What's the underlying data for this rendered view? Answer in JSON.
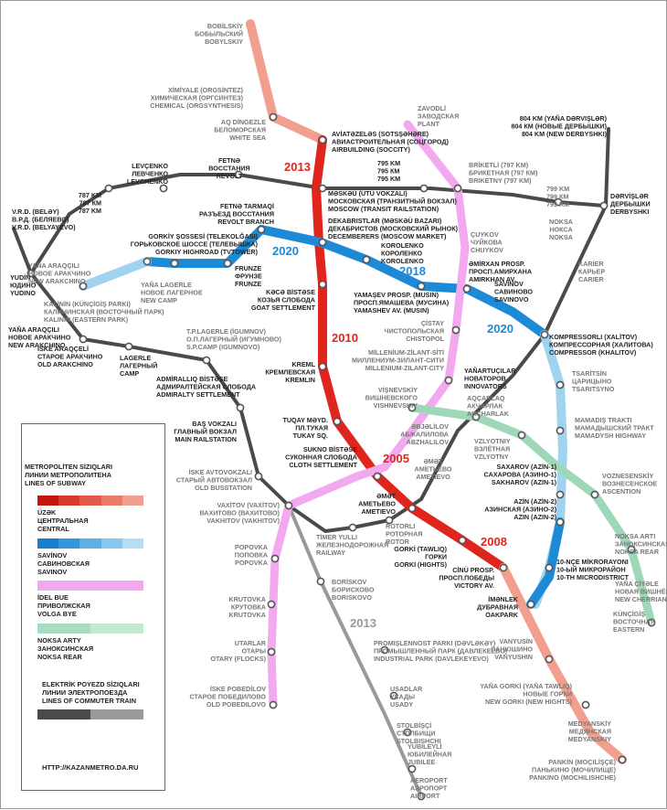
{
  "lines": [
    {
      "id": "central",
      "color": "#e0251c",
      "light": "#f29f8f",
      "years": [
        "2013",
        "2010",
        "2005",
        "2008"
      ]
    },
    {
      "id": "savinov",
      "color": "#1e8ad6",
      "light": "#9fd3f0",
      "years": [
        "2018",
        "2020",
        "2020"
      ]
    },
    {
      "id": "volga",
      "color": "#f3a9ef"
    },
    {
      "id": "noksa",
      "color": "#9fd8b8"
    },
    {
      "id": "train",
      "color": "#4a4a4a",
      "light": "#999999"
    }
  ],
  "stations": {
    "bobilskiy": [
      "BOBİLSKİY",
      "БОБЫЛЬСКИЙ",
      "BOBYLSKIY"
    ],
    "ximiyale": [
      "XİMİYALE (ORGSİNTEZ)",
      "ХИМИЧЕСКАЯ (ОРГСИНТЕЗ)",
      "CHEMICAL (ORGSYNTHESIS)"
    ],
    "aqdingezle": [
      "AQ DİNGEZLE",
      "БЕЛОМОРСКАЯ",
      "WHITE SEA"
    ],
    "aviatozeles": [
      "AVİATƏZELƏS (SOTSŞƏHƏRE)",
      "АВИАСТРОИТЕЛЬНАЯ (СОЦГОРОД)",
      "AIRBUILDING (SOCCITY)"
    ],
    "zavodli": [
      "ZAVODLİ",
      "ЗАВОДСКАЯ",
      "PLANT"
    ],
    "levchenko": [
      "LEVÇENKO",
      "ЛЕВЧЕНКО",
      "LEVCHENKO"
    ],
    "fetno": [
      "FETNƏ",
      "ВОССТАНИЯ",
      "REVOLT"
    ],
    "km795": [
      "795 KM",
      "795 КМ",
      "795 KM"
    ],
    "briketli": [
      "BRİKETLİ (797 KM)",
      "БРИКЕТНАЯ (797 КМ)",
      "BRIKETNY (797 KM)"
    ],
    "km804": [
      "804 KM (YAÑA DƏRVIŞLƏR)",
      "804 КМ (НОВЫЕ ДЕРБЫШКИ)",
      "804 KM (NEW DERBYSHKI)"
    ],
    "km787": [
      "787 KM",
      "787 КМ",
      "787 KM"
    ],
    "km799": [
      "799 KM",
      "799 КМ",
      "799 KM"
    ],
    "dervishler": [
      "DƏRVİŞLƏR",
      "ДЕРБЫШКИ",
      "DERBYSHKI"
    ],
    "vrd": [
      "V.R.D. (BELƏY)",
      "В.Р.Д. (БЕЛЯЕВО)",
      "V.R.D. (BELYAYEVO)"
    ],
    "meskev": [
      "MƏSKƏÜ (ÜTÜ VOKZALI)",
      "МОСКОВСКАЯ (ТРАНЗИТНЫЙ ВОКЗАЛ)",
      "MOSCOW (TRANSIT RAILSTATION)"
    ],
    "fetnotarmaqi": [
      "FETNƏ TARMAQİ",
      "РАЗЪЕЗД ВОССТАНИЯ",
      "REVOLT BRANCH"
    ],
    "noksa": [
      "NOKSA",
      "НОКСА",
      "NOKSA"
    ],
    "dekabristlar": [
      "DEKABRISTLAR (MƏSKƏÜ BAZARI)",
      "ДЕКАБРИСТОВ (МОСКОВСКИЙ РЫНОК)",
      "DECEMBERERS (MOSCOW MARKET)"
    ],
    "gorkiyshossesi": [
      "GORKİY ŞOSSESİ (TELEKOLĞASI)",
      "ГОРЬКОВСКОЕ ШОССЕ (ТЕЛЕВЫШКА)",
      "GORKIY HIGHROAD (TVTOWER)"
    ],
    "chuykov": [
      "ÇUYKOV",
      "ЧУЙКОВА",
      "CHUYKOV"
    ],
    "korolenko": [
      "KOROLENKO",
      "КОРОЛЕНКО",
      "KOROLENKO"
    ],
    "karier": [
      "KARİER",
      "КАРЬЕР",
      "CARIER"
    ],
    "yudino": [
      "YUDİN",
      "ЮДИНО",
      "YUDINO"
    ],
    "yanaaraqchili": [
      "YAÑA ARAQÇILI",
      "НОВОЕ АРАКЧИНО",
      "NEW ARAKCHINO"
    ],
    "frunze": [
      "FRUNZE",
      "ФРУНЗЕ",
      "FRUNZE"
    ],
    "emirxan": [
      "ƏMİRXAN PROSP.",
      "ПРОСП.АМИРХАНА",
      "AMIRKHAN AV."
    ],
    "yanalagerle": [
      "YAÑA LAGERLE",
      "НОВОЕ ЛАГЕРНОЕ",
      "NEW CAMP"
    ],
    "savinovo": [
      "SAVİNOV",
      "САВИНОВО",
      "SAVINOVO"
    ],
    "kechebistese": [
      "KƏCƏ BİSTƏSE",
      "КОЗЬЯ СЛОБОДА",
      "GOAT SETTLEMENT"
    ],
    "kalinin": [
      "KALİNİN (KÜNÇİGİŞ PARKI)",
      "КАЛИНИНСКАЯ (ВОСТОЧНЫЙ ПАРК)",
      "KALININ (EASTERN PARK)"
    ],
    "yamashev": [
      "YAMAŞEV PROSP. (MUSIN)",
      "ПРОСП.ЯМАШЕВА (МУСИНА)",
      "YAMASHEV AV. (MUSIN)"
    ],
    "yanaaraqchili2": [
      "YAÑA ARAQÇILI",
      "НОВОЕ АРАКЧИНО",
      "NEW ARAKCHINO"
    ],
    "tplagerle": [
      "T.P.LAGERLE (İGUMNOV)",
      "О.П.ЛАГЕРНЫЙ (ИГУМНОВО)",
      "S.P.CAMP (IGUMNOVO)"
    ],
    "chistay": [
      "ÇİSTAY",
      "ЧИСТОПОЛЬСКАЯ",
      "CHISTOPOL"
    ],
    "kompressorli": [
      "KOMPRESSORLI (XALİTOV)",
      "КОМПРЕССОРНАЯ (ХАЛИТОВА)",
      "COMPRESSOR (KHALITOV)"
    ],
    "iskearaqchili": [
      "İSKE ARAQÇELİ",
      "СТАРОЕ АРАКЧИНО",
      "OLD ARAKCHINO"
    ],
    "lagerle": [
      "LAGERLE",
      "ЛАГЕРНЫЙ",
      "CAMP"
    ],
    "millenium": [
      "MİLLENİUM-ZİLANT-SİTİ",
      "МИЛЛЕНИУМ-ЗИЛАНТ-СИТИ",
      "MILLENIUM-ZILANT-CITY"
    ],
    "yanartuchlar": [
      "YAÑARTUÇILAR",
      "НОВАТОРОВ",
      "INNOVATORS"
    ],
    "admiralliq": [
      "ADMİRALLIQ BİSTƏSE",
      "АДМИРАЛТЕЙСКАЯ СЛОБОДА",
      "ADMIRALTY SETTLEMENT"
    ],
    "kreml": [
      "KREML",
      "КРЕМЛЕВСКАЯ",
      "KREMLIN"
    ],
    "tsaritsin": [
      "TSARİTSİN",
      "ЦАРИЦЫНО",
      "TSARITSYNO"
    ],
    "vishnevskiy": [
      "VİŞNEVSKİY",
      "ВИШНЕВСКОГО",
      "VISHNEVSKIY"
    ],
    "aqcharlaq": [
      "AQÇARLAQ",
      "АКЧАРЛАК",
      "AKCHARLAK"
    ],
    "tuqay": [
      "TUQAY MƏYD.",
      "ПЛ.ТУКАЯ",
      "TUKAY SQ."
    ],
    "bashvokzali": [
      "BAŞ VOKZALI",
      "ГЛАВНЫЙ ВОКЗАЛ",
      "MAIN RAILSTATION"
    ],
    "mamadish": [
      "MAMADIŞ TRAKTI",
      "МАМАДЫШСКИЙ ТРАКТ",
      "MAMADYSH HIGHWAY"
    ],
    "ebjelilov": [
      "ƏBJƏLİLOV",
      "АБЖАЛИЛОВА",
      "ABZHALILOV"
    ],
    "sukno": [
      "SUKNO BİSTƏSE",
      "СУКОННАЯ СЛОБОДА",
      "CLOTH SETTLEMENT"
    ],
    "vzlyotniy": [
      "VZLYOTNIY",
      "ВЗЛЁТНАЯ",
      "VZLYOTNY"
    ],
    "emet": [
      "ƏMƏT",
      "АМЕТЬЕВО",
      "AMETIEVO"
    ],
    "iskeavtovokzal": [
      "İSKE AVTOVOKZALI",
      "СТАРЫЙ АВТОВОКЗАЛ",
      "OLD BUSSTATION"
    ],
    "saxarov": [
      "SAXAROV (AZİN-1)",
      "САХАРОВА (АЗИНО-1)",
      "SAKHAROV (AZIN-1)"
    ],
    "voznesenskiy": [
      "VOZNESENSKİY",
      "ВОЗНЕСЕНСКОЕ",
      "ASCENTION"
    ],
    "emet2": [
      "ƏMƏT",
      "АМЕТЬЕВО",
      "AMETIEVO"
    ],
    "vaxitov": [
      "VAXİTOV (VAXİTOV)",
      "ВАХИТОВО (ВАХИТОВО)",
      "VAKHITOV (VAKHITOV)"
    ],
    "azin2": [
      "AZİN (AZİN-2)",
      "АЗИНСКАЯ (АЗИНО-2)",
      "AZIN (AZIN-2)"
    ],
    "rotorli": [
      "ROTORLI",
      "РОТОРНАЯ",
      "ROTOR"
    ],
    "timer": [
      "TİMER YULLI",
      "ЖЕЛЕЗНОДОРОЖНАЯ",
      "RAILWAY"
    ],
    "gorki": [
      "GORKİ (TAWLIQ)",
      "ГОРКИ",
      "GORKI (HIGHTS)"
    ],
    "noksaarti": [
      "NOKSA ARTI",
      "ЗАНОКСИНСКАЯ",
      "NOKSA REAR"
    ],
    "popovka": [
      "POPOVKA",
      "ПОПОВКА",
      "POPOVKA"
    ],
    "microrayon": [
      "10-NÇE MİKRORAYONI",
      "10-ЫЙ МИКРОРАЙОН",
      "10-TH MICRODISTRICT"
    ],
    "cinuprosp": [
      "CİNÜ PROSP.",
      "ПРОСП.ПОБЕДЫ",
      "VICTORY AV."
    ],
    "yanachiyele": [
      "YAÑA ÇİYƏLE",
      "НОВАЯ ВИШНЁВКА",
      "NEW CHERRIAN"
    ],
    "imenlek": [
      "İMƏNLEK",
      "ДУБРАВНАЯ",
      "OAKPARK"
    ],
    "borisko": [
      "BORİSKOV",
      "БОРИСКОВО",
      "BORISKOVO"
    ],
    "kenchigish": [
      "KÜNÇİGİŞ",
      "ВОСТОЧНАЯ",
      "EASTERN"
    ],
    "krutovka": [
      "KRUTOVKA",
      "КРУТОВКА",
      "KRUTOVKA"
    ],
    "vanyusin": [
      "VANYUSİN",
      "ВАНЮШИНО",
      "VANYUSHIN"
    ],
    "promishlennost": [
      "PROMIŞLENNOST PARKI (DƏVLƏKƏY)",
      "ПРОМЫШЛЕННЫЙ ПАРК (ДАВЛЕКЕЕВО)",
      "INDUSTRIAL PARK (DAVLEKEYEVO)"
    ],
    "utarlar": [
      "UTARLAR",
      "ОТАРЫ",
      "OTARY (FLOCKS)"
    ],
    "yanagorki": [
      "YAÑA GORKİ (YAÑA TAWLIQ)",
      "НОВЫЕ ГОРКИ",
      "NEW GORKI (NEW HIGHTS)"
    ],
    "usadlar": [
      "USADLAR",
      "УСАДЫ",
      "USADY"
    ],
    "iskepobedilov": [
      "İSKE POBEDİLOV",
      "СТАРОЕ ПОБЕДИЛОВО",
      "OLD POBEDILOVO"
    ],
    "stolbishchi": [
      "STOLBİŞÇİ",
      "СТОЛБИЩИ",
      "STOLBISHCHI"
    ],
    "medyanskiy": [
      "MEDYANSKİY",
      "МЕДЯНСКАЯ",
      "MEDYANSKIY"
    ],
    "yubileyli": [
      "YUBİLEYLİ",
      "ЮБИЛЕЙНАЯ",
      "JUBILEE"
    ],
    "pankin": [
      "PANKİN (MOÇILİŞÇE)",
      "ПАНЬКИНО (МОЧИЛИЩЕ)",
      "PANKINO (MOCHILISHCHE)"
    ],
    "aeroport": [
      "AEROPORT",
      "АЭРОПОРТ",
      "AIRPORT"
    ]
  },
  "train_year": "2013",
  "legend": {
    "title": [
      "METROPOLİTEN SİZIQLARI",
      "ЛИНИИ МЕТРОПОЛИТЕНА",
      "LINES OF SUBWAY"
    ],
    "central": [
      "ÜZƏK",
      "ЦЕНТРАЛЬНАЯ",
      "CENTRAL"
    ],
    "savinov": [
      "SAVİNOV",
      "САВИНОВСКАЯ",
      "SAVINOV"
    ],
    "volga": [
      "İDEL BUE",
      "ПРИВОЛЖСКАЯ",
      "VOLGA BYE"
    ],
    "noksa": [
      "NOKSA ARTY",
      "ЗАНОКСИНСКАЯ",
      "NOKSA REAR"
    ],
    "train": [
      "ELEKTRİK POYEZD SİZIQLARI",
      "ЛИНИИ ЭЛЕКТРОПОЕЗДА",
      "LINES OF COMMUTER TRAIN"
    ],
    "url": "HTTP://KAZANMETRO.DA.RU",
    "central_shades": [
      "#c4160e",
      "#d53a2c",
      "#e0594b",
      "#ea7b6b",
      "#f29f8f"
    ],
    "savinov_shades": [
      "#1680d0",
      "#3497dd",
      "#5bb0e6",
      "#86c8ee",
      "#b5def5"
    ],
    "volga_shades": [
      "#f3a9ef"
    ],
    "noksa_shades": [
      "#a8dec0",
      "#c3e9d3"
    ],
    "train_shades": [
      "#4a4a4a",
      "#999999"
    ]
  }
}
